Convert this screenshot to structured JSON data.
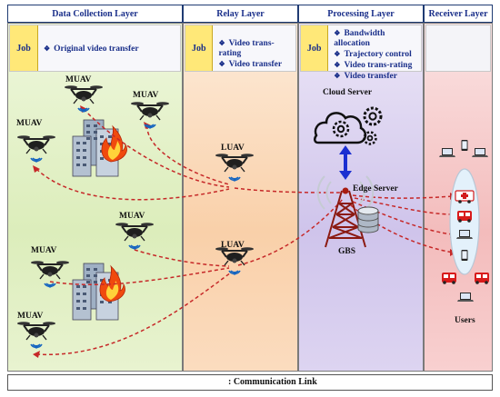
{
  "headers": {
    "data_collection": "Data Collection Layer",
    "relay": "Relay Layer",
    "processing": "Processing  Layer",
    "receiver": "Receiver Layer"
  },
  "job_label": "Job",
  "jobs": {
    "data_collection": [
      "Original video transfer"
    ],
    "relay": [
      "Video trans-rating",
      "Video transfer"
    ],
    "processing": [
      "Bandwidth allocation",
      "Trajectory control",
      "Video trans-rating",
      "Video transfer"
    ]
  },
  "labels": {
    "muav": "MUAV",
    "luav": "LUAV",
    "cloud_server": "Cloud Server",
    "edge_server": "Edge Server",
    "gbs": "GBS",
    "users": "Users"
  },
  "legend": {
    "text": ": Communication Link"
  },
  "colors": {
    "header_text": "#1a2f8a",
    "data_collection_bg": "#e6f2cf",
    "relay_bg": "#fbe0c8",
    "processing_bg": "#d9d0ee",
    "receiver_bg": "#f7d2d2",
    "job_cell": "#ffe878",
    "link": "#c62828",
    "signal": "#1565c0"
  }
}
